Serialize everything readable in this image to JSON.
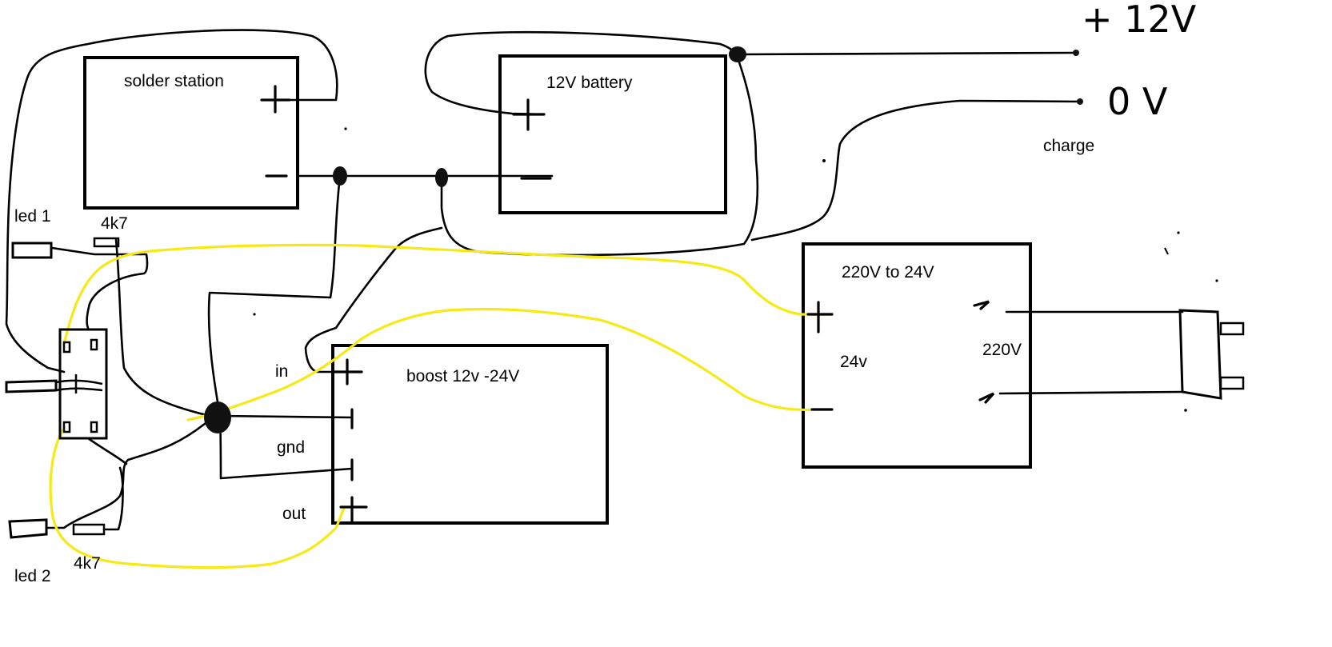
{
  "labels": {
    "solder_station": "solder station",
    "battery": "12V battery",
    "plus_12v": "+ 12V",
    "zero_v": "0 V",
    "charge": "charge",
    "psu": "220V to 24V",
    "psu_24v": "24v",
    "psu_220v": "220V",
    "boost": "boost 12v -24V",
    "boost_in": "in",
    "boost_gnd": "gnd",
    "boost_out": "out",
    "led1": "led 1",
    "led2": "led 2",
    "resistor1": "4k7",
    "resistor2": "4k7"
  },
  "colors": {
    "ink": "#000000",
    "wire_24v": "#f5ea17",
    "background": "#ffffff"
  }
}
